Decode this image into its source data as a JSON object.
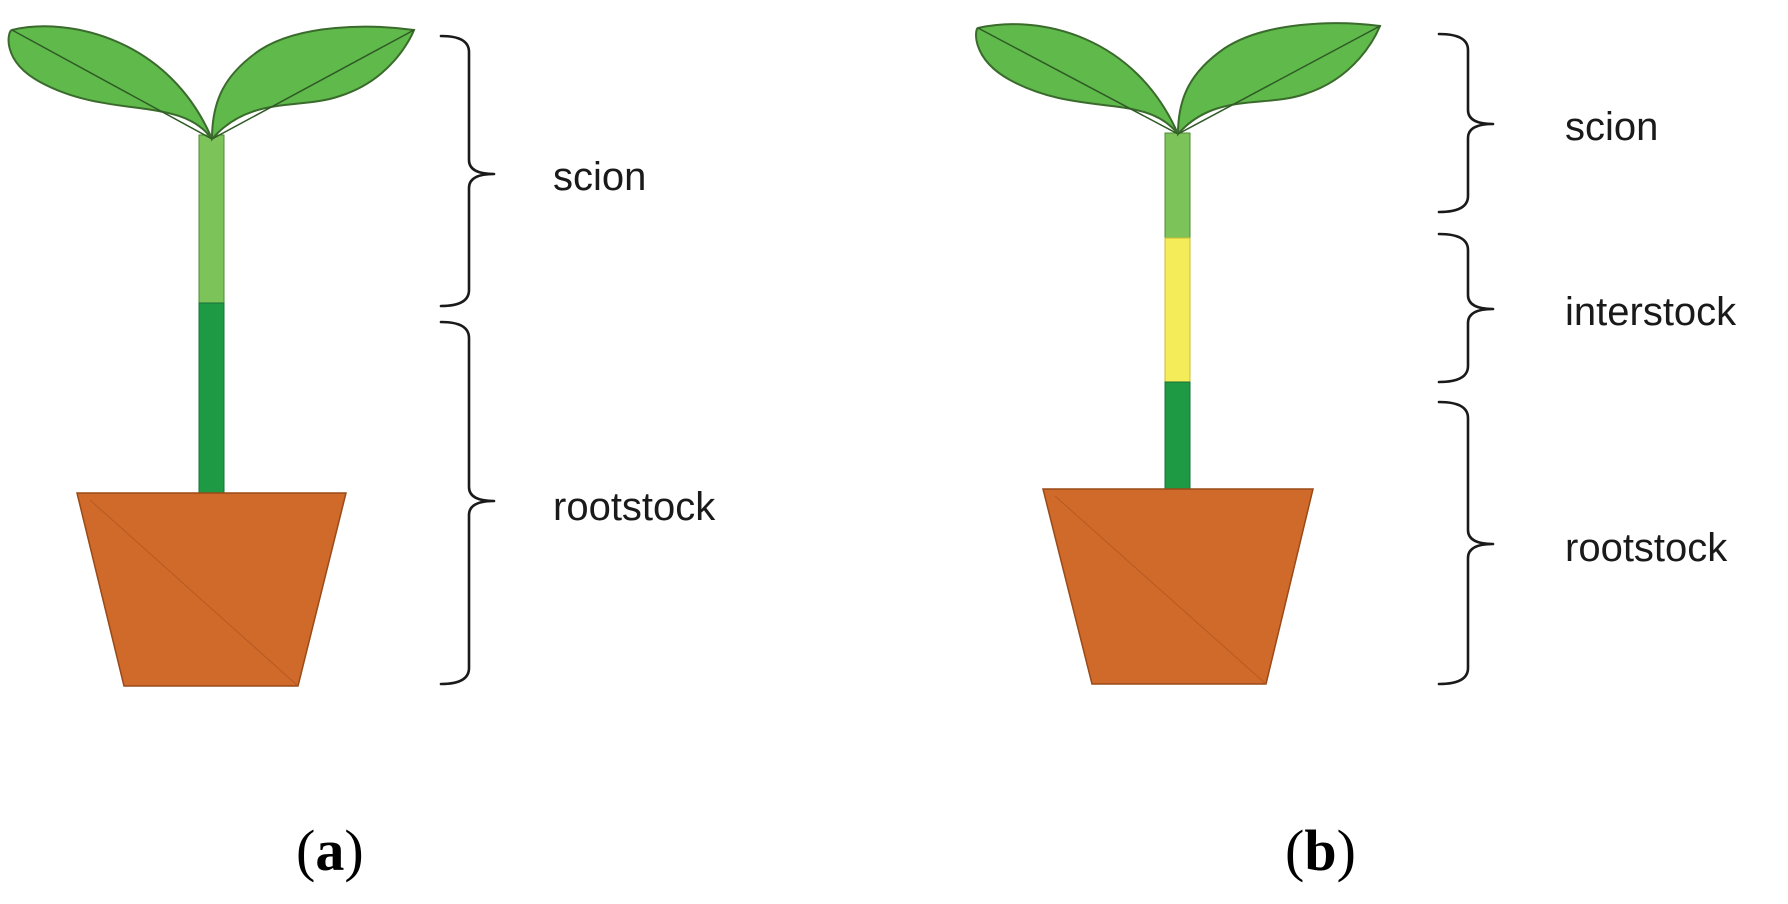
{
  "panels": [
    {
      "id": "a",
      "caption_letter": "a",
      "parts": [
        {
          "label": "scion",
          "color": "#7cc45a"
        },
        {
          "label": "rootstock",
          "color": "#1f9a44"
        }
      ]
    },
    {
      "id": "b",
      "caption_letter": "b",
      "parts": [
        {
          "label": "scion",
          "color": "#7cc45a"
        },
        {
          "label": "interstock",
          "color": "#f5ec5a"
        },
        {
          "label": "rootstock",
          "color": "#1f9a44"
        }
      ]
    }
  ],
  "colors": {
    "leaf": "#5fba4b",
    "pot": "#cf6a2b",
    "scion_stem": "#7cc45a",
    "interstock_stem": "#f5ec5a",
    "rootstock_stem": "#1f9a44"
  }
}
